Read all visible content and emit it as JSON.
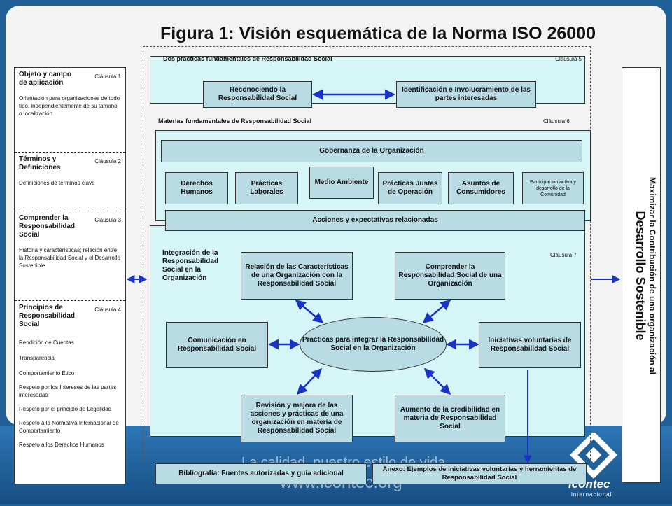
{
  "title": "Figura 1: Visión esquemática de la Norma ISO 26000",
  "left_panel": [
    {
      "heading": "Objeto y campo de aplicación",
      "clause": "Cláusula 1",
      "lines": [
        "Orientación para organizaciones de todo tipo, independientemente de su tamaño o localización"
      ]
    },
    {
      "heading": "Términos y Definiciones",
      "clause": "Cláusula 2",
      "lines": [
        "Definiciones de términos clave"
      ]
    },
    {
      "heading": "Comprender la Responsabilidad Social",
      "clause": "Cláusula 3",
      "lines": [
        "Historia y características; relación entre la Responsabilidad Social y el Desarrollo Sostenible"
      ]
    },
    {
      "heading": "Principios de Responsabilidad Social",
      "clause": "Cláusula 4",
      "lines": [
        "Rendición de Cuentas",
        "Transparencia",
        "Comportamiento Ético",
        "Respeto por los Intereses de las partes interesadas",
        "Respeto por el principio de Legalidad",
        "Respeto a la Normativa Internacional de Comportamiento",
        "Respeto a los Derechos Humanos"
      ]
    }
  ],
  "section5": {
    "header": "Dos prácticas fundamentales de Responsabilidad Social",
    "clause": "Cláusula 5",
    "left": "Reconociendo la Responsabilidad Social",
    "right": "Identificación e Involucramiento de las partes interesadas"
  },
  "section6": {
    "header": "Materias fundamentales de Responsabilidad Social",
    "clause": "Cláusula 6",
    "governance": "Gobernanza de la Organización",
    "subjects": [
      "Derechos Humanos",
      "Prácticas Laborales",
      "Medio Ambiente",
      "Prácticas Justas de Operación",
      "Asuntos de Consumidores",
      "Participación activa y desarrollo de la Comunidad"
    ],
    "actions": "Acciones y expectativas relacionadas"
  },
  "section7": {
    "header": "Integración de la Responsabilidad Social en la Organización",
    "clause": "Cláusula 7",
    "center": "Practicas para integrar la Responsabilidad Social en la Organización",
    "top_left": "Relación de las Características de una Organización con la Responsabilidad Social",
    "top_right": "Comprender la Responsabilidad Social de una Organización",
    "mid_left": "Comunicación en Responsabilidad Social",
    "mid_right": "Iniciativas voluntarias de Responsabilidad Social",
    "bot_left": "Revisión y mejora de las acciones y prácticas de una organización en materia de Responsabilidad Social",
    "bot_right": "Aumento de la credibilidad en materia de Responsabilidad Social"
  },
  "right_panel": {
    "line1": "Maximizar la Contribución de una organización al",
    "line2": "Desarrollo Sostenible"
  },
  "bibliography": "Bibliografía: Fuentes autorizadas y guía adicional",
  "annex": "Anexo: Ejemplos de iniciativas voluntarias y herramientas de Responsabilidad Social",
  "footer": {
    "tagline": "La calidad, nuestro estilo de vida",
    "url": "www.icontec.org",
    "brand": "icontec",
    "brand_sub": "internacional"
  },
  "colors": {
    "cyan_box": "#d5f5f6",
    "blue_box": "#b9dbe4",
    "arrow": "#1a33c7",
    "band": "#1f5f96"
  }
}
